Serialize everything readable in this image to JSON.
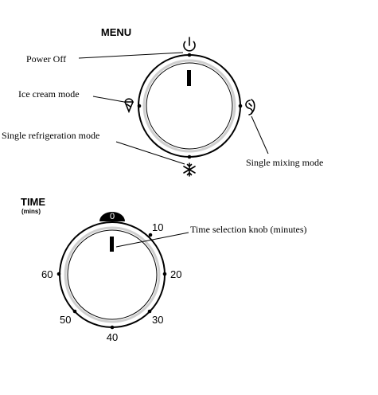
{
  "menu": {
    "heading": "MENU",
    "labels": {
      "power_off": "Power Off",
      "ice_cream_mode": "Ice cream mode",
      "single_refrigeration_mode": "Single refrigeration mode",
      "single_mixing_mode": "Single mixing mode"
    },
    "icons": {
      "power": "power-icon",
      "ice_cream": "ice-cream-cone-icon",
      "snowflake": "snowflake-icon",
      "mixing": "mixing-paddle-icon"
    }
  },
  "time": {
    "heading": "TIME",
    "unit": "(mins)",
    "knob_label": "Time selection knob (minutes)",
    "ticks": [
      "0",
      "10",
      "20",
      "30",
      "40",
      "50",
      "60"
    ]
  }
}
